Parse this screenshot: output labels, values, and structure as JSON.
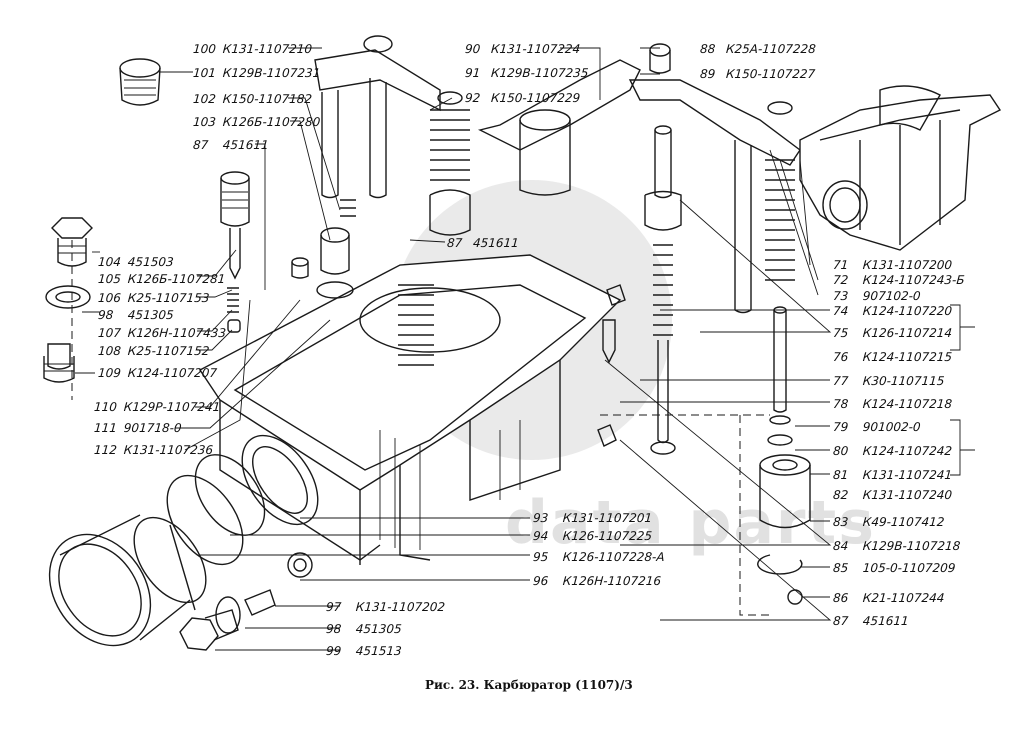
{
  "figure": {
    "caption": "Рис. 23. Карбюратор (1107)/3",
    "watermark": "data parts",
    "colors": {
      "line": "#1a1a1a",
      "background": "#ffffff",
      "watermark": "#b4b4b4"
    }
  },
  "callouts": [
    {
      "num": "100",
      "part": "К131-1107210"
    },
    {
      "num": "101",
      "part": "К129В-1107231"
    },
    {
      "num": "102",
      "part": "К150-1107182"
    },
    {
      "num": "103",
      "part": "К126Б-1107280"
    },
    {
      "num": "87",
      "part": "451611"
    },
    {
      "num": "104",
      "part": "451503"
    },
    {
      "num": "105",
      "part": "К126Б-1107281"
    },
    {
      "num": "106",
      "part": "К25-1107153"
    },
    {
      "num": "98",
      "part": "451305"
    },
    {
      "num": "107",
      "part": "К126Н-1107433"
    },
    {
      "num": "108",
      "part": "К25-1107152"
    },
    {
      "num": "109",
      "part": "К124-1107207"
    },
    {
      "num": "110",
      "part": "К129Р-1107241"
    },
    {
      "num": "111",
      "part": "901718-0"
    },
    {
      "num": "112",
      "part": "К131-1107236"
    },
    {
      "num": "90",
      "part": "К131-1107224"
    },
    {
      "num": "91",
      "part": "К129В-1107235"
    },
    {
      "num": "92",
      "part": "К150-1107229"
    },
    {
      "num": "87",
      "part": "451611"
    },
    {
      "num": "88",
      "part": "К25А-1107228"
    },
    {
      "num": "89",
      "part": "К150-1107227"
    },
    {
      "num": "71",
      "part": "К131-1107200"
    },
    {
      "num": "72",
      "part": "К124-1107243-Б"
    },
    {
      "num": "73",
      "part": "907102-0"
    },
    {
      "num": "74",
      "part": "К124-1107220"
    },
    {
      "num": "75",
      "part": "К126-1107214"
    },
    {
      "num": "76",
      "part": "К124-1107215"
    },
    {
      "num": "77",
      "part": "К30-1107115"
    },
    {
      "num": "78",
      "part": "К124-1107218"
    },
    {
      "num": "79",
      "part": "901002-0"
    },
    {
      "num": "80",
      "part": "К124-1107242"
    },
    {
      "num": "81",
      "part": "К131-1107241"
    },
    {
      "num": "82",
      "part": "К131-1107240"
    },
    {
      "num": "83",
      "part": "К49-1107412"
    },
    {
      "num": "84",
      "part": "К129В-1107218"
    },
    {
      "num": "85",
      "part": "105-0-1107209"
    },
    {
      "num": "86",
      "part": "К21-1107244"
    },
    {
      "num": "87",
      "part": "451611"
    },
    {
      "num": "93",
      "part": "К131-1107201"
    },
    {
      "num": "94",
      "part": "К126-1107225"
    },
    {
      "num": "95",
      "part": "К126-1107228-А"
    },
    {
      "num": "96",
      "part": "К126Н-1107216"
    },
    {
      "num": "97",
      "part": "К131-1107202"
    },
    {
      "num": "98",
      "part": "451305"
    },
    {
      "num": "99",
      "part": "451513"
    }
  ]
}
